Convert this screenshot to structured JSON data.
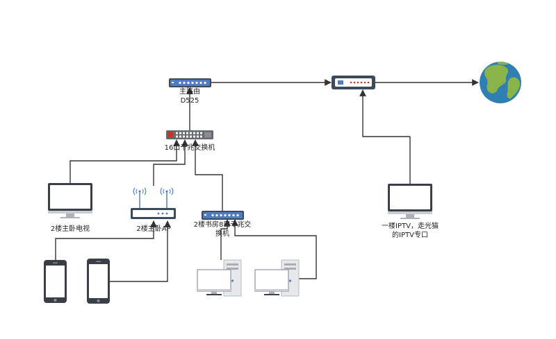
{
  "colors": {
    "line": "#333333",
    "device_dark": "#3d4a5c",
    "device_blue": "#4f7cc4",
    "device_red": "#c0392b",
    "switch_gray": "#666a70",
    "screen_border": "#3a3f47",
    "earth_ocean": "#2f7fb5",
    "earth_land": "#8ab34a",
    "wifi_blue": "#4a7fd0"
  },
  "labels": {
    "main_router": "主路由",
    "main_router_model": "D525",
    "switch16": "16口千兆交换机",
    "tv": "2楼主卧电视",
    "bedroom_ap": "2楼主卧AP",
    "study_switch_line1": "2楼书房8口千兆交",
    "study_switch_line2": "换机",
    "iptv_line1": "一楼IPTV，走光猫",
    "iptv_line2": "的IPTV专口"
  },
  "icons": {
    "main_router": "router-icon",
    "modem": "optical-modem-icon",
    "internet": "globe-icon",
    "switch16": "switch-icon",
    "tv": "monitor-icon",
    "ap": "wireless-router-icon",
    "phone": "smartphone-icon",
    "pc": "desktop-pc-icon"
  }
}
